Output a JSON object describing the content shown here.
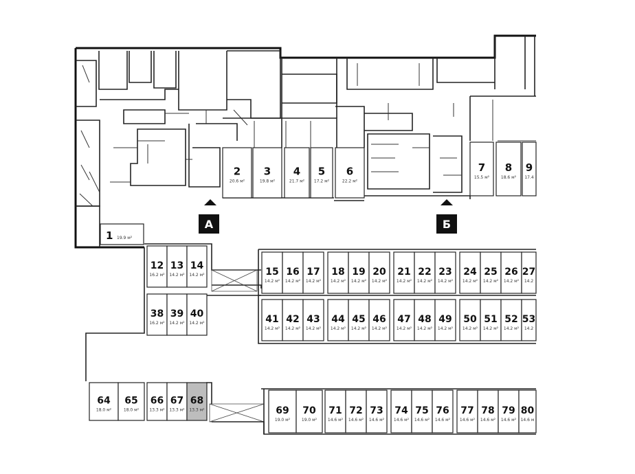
{
  "title": "",
  "entrances": [
    {
      "label": "А"
    },
    {
      "label": "Б"
    }
  ],
  "units": [
    {
      "num": "1",
      "area": "19.9 м²"
    },
    {
      "num": "2",
      "area": "20.6 м²"
    },
    {
      "num": "3",
      "area": "19.8 м²"
    },
    {
      "num": "4",
      "area": "21.7 м²"
    },
    {
      "num": "5",
      "area": "17.2 м²"
    },
    {
      "num": "6",
      "area": "22.2 м²"
    },
    {
      "num": "7",
      "area": "15.5 м²"
    },
    {
      "num": "8",
      "area": "18.6 м²"
    },
    {
      "num": "9",
      "area": "17.4"
    },
    {
      "num": "12",
      "area": "16.2 м²"
    },
    {
      "num": "13",
      "area": "14.2 м²"
    },
    {
      "num": "14",
      "area": "14.2 м²"
    },
    {
      "num": "15",
      "area": "14.2 м²"
    },
    {
      "num": "16",
      "area": "14.2 м²"
    },
    {
      "num": "17",
      "area": "14.2 м²"
    },
    {
      "num": "18",
      "area": "14.2 м²"
    },
    {
      "num": "19",
      "area": "14.2 м²"
    },
    {
      "num": "20",
      "area": "14.2 м²"
    },
    {
      "num": "21",
      "area": "14.2 м²"
    },
    {
      "num": "22",
      "area": "14.2 м²"
    },
    {
      "num": "23",
      "area": "14.2 м²"
    },
    {
      "num": "24",
      "area": "14.2 м²"
    },
    {
      "num": "25",
      "area": "14.2 м²"
    },
    {
      "num": "26",
      "area": "14.2 м²"
    },
    {
      "num": "27",
      "area": "14.2"
    },
    {
      "num": "38",
      "area": "16.2 м²"
    },
    {
      "num": "39",
      "area": "14.2 м²"
    },
    {
      "num": "40",
      "area": "14.2 м²"
    },
    {
      "num": "41",
      "area": "14.2 м²"
    },
    {
      "num": "42",
      "area": "14.2 м²"
    },
    {
      "num": "43",
      "area": "14.2 м²"
    },
    {
      "num": "44",
      "area": "14.2 м²"
    },
    {
      "num": "45",
      "area": "14.2 м²"
    },
    {
      "num": "46",
      "area": "14.2 м²"
    },
    {
      "num": "47",
      "area": "14.2 м²"
    },
    {
      "num": "48",
      "area": "14.2 м²"
    },
    {
      "num": "49",
      "area": "14.2 м²"
    },
    {
      "num": "50",
      "area": "14.2 м²"
    },
    {
      "num": "51",
      "area": "14.2 м²"
    },
    {
      "num": "52",
      "area": "14.2 м²"
    },
    {
      "num": "53",
      "area": "14.2"
    },
    {
      "num": "64",
      "area": "18.0 м²"
    },
    {
      "num": "65",
      "area": "18.0 м²"
    },
    {
      "num": "66",
      "area": "13.3 м²"
    },
    {
      "num": "67",
      "area": "13.3 м²"
    },
    {
      "num": "68",
      "area": "13.3 м²",
      "highlighted": true
    },
    {
      "num": "69",
      "area": "19.0 м²"
    },
    {
      "num": "70",
      "area": "19.0 м²"
    },
    {
      "num": "71",
      "area": "14.6 м²"
    },
    {
      "num": "72",
      "area": "14.6 м²"
    },
    {
      "num": "73",
      "area": "14.6 м²"
    },
    {
      "num": "74",
      "area": "14.6 м²"
    },
    {
      "num": "75",
      "area": "14.6 м²"
    },
    {
      "num": "76",
      "area": "14.6 м²"
    },
    {
      "num": "77",
      "area": "14.6 м²"
    },
    {
      "num": "78",
      "area": "14.6 м²"
    },
    {
      "num": "79",
      "area": "14.6 м²"
    },
    {
      "num": "80",
      "area": "14.6 м"
    }
  ],
  "colors": {
    "wall": "#222222",
    "highlight": "#bdbdbd",
    "entrance": "#111111",
    "background": "#ffffff"
  }
}
